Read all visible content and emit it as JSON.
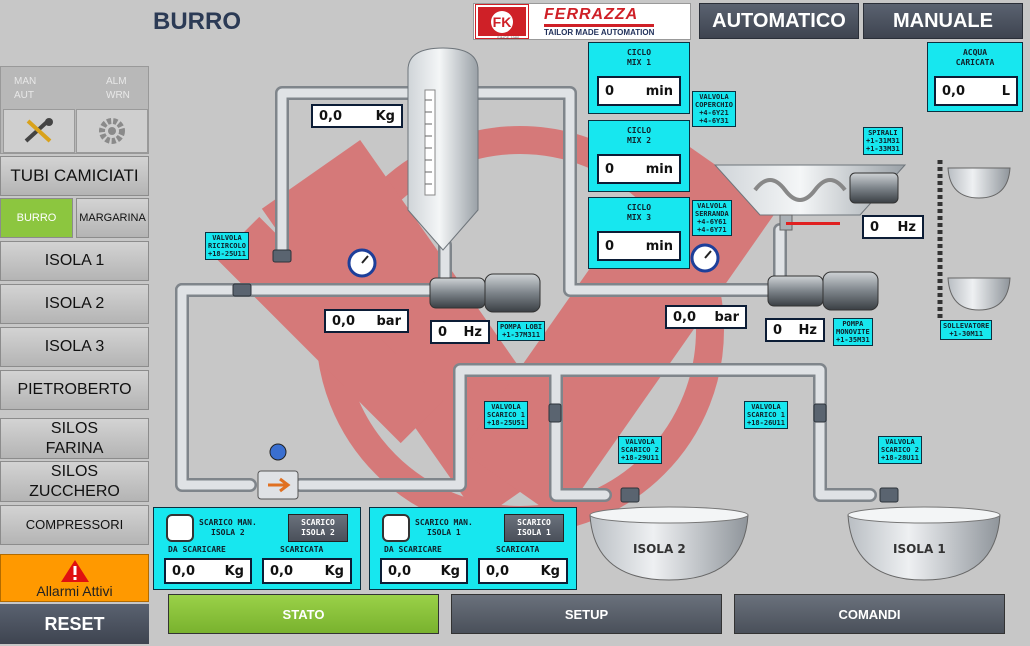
{
  "header": {
    "title": "BURRO",
    "logo_brand": "FERRAZZA",
    "logo_tagline": "TAILOR MADE AUTOMATION",
    "logo_since": "SINCE 1980",
    "mode_auto": "AUTOMATICO",
    "mode_manual": "MANUALE"
  },
  "status": {
    "man": "MAN",
    "aut": "AUT",
    "alm": "ALM",
    "wrn": "WRN"
  },
  "nav": {
    "tubi": "TUBI CAMICIATI",
    "burro": "BURRO",
    "margarina": "MARGARINA",
    "isola1": "ISOLA 1",
    "isola2": "ISOLA 2",
    "isola3": "ISOLA 3",
    "pietroberto": "PIETROBERTO",
    "silos_farina": "SILOS\nFARINA",
    "silos_zucchero": "SILOS\nZUCCHERO",
    "compressori": "COMPRESSORI",
    "allarmi": "Allarmi Attivi",
    "reset": "RESET"
  },
  "colors": {
    "accent_cyan": "#17e7ef",
    "active_green": "#8cc63f",
    "alarm_orange": "#ff9900",
    "watermark_red": "#e23a3a"
  },
  "process": {
    "weight_value": "0,0",
    "weight_unit": "Kg",
    "pressure1_value": "0,0",
    "pressure1_unit": "bar",
    "pressure2_value": "0,0",
    "pressure2_unit": "bar",
    "hz_lobi_value": "0",
    "hz_lobi_unit": "Hz",
    "hz_mono_value": "0",
    "hz_mono_unit": "Hz",
    "hz_spirali_value": "0",
    "hz_spirali_unit": "Hz",
    "acqua_label": "ACQUA\nCARICATA",
    "acqua_value": "0,0",
    "acqua_unit": "L"
  },
  "cicli": [
    {
      "label": "CICLO\nMIX 1",
      "value": "0",
      "unit": "min"
    },
    {
      "label": "CICLO\nMIX 2",
      "value": "0",
      "unit": "min"
    },
    {
      "label": "CICLO\nMIX 3",
      "value": "0",
      "unit": "min"
    }
  ],
  "tags": {
    "valvola_coperchio": "VALVOLA\nCOPERCHIO\n+4-6Y21\n+4-6Y31",
    "valvola_serranda": "VALVOLA\nSERRANDA\n+4-6Y61\n+4-6Y71",
    "spirali": "SPIRALI\n+1-31M31\n+1-33M31",
    "valvola_ricircolo": "VALVOLA\nRICIRCOLO\n+18-25U11",
    "pompa_lobi": "POMPA LOBI\n+1-37M311",
    "pompa_monovite": "POMPA\nMONOVITE\n+1-35M31",
    "sollevatore": "SOLLEVATORE\n+1-30M11",
    "valvola_scarico1_a": "VALVOLA\nSCARICO 1\n+18-25U51",
    "valvola_scarico1_b": "VALVOLA\nSCARICO 1\n+18-26U11",
    "valvola_scarico2_a": "VALVOLA\nSCARICO 2\n+18-29U11",
    "valvola_scarico2_b": "VALVOLA\nSCARICO 2\n+18-28U11"
  },
  "scarico": [
    {
      "label": "SCARICO MAN.\nISOLA 2",
      "button": "SCARICO\nISOLA 2",
      "h1": "DA SCARICARE",
      "h2": "SCARICATA",
      "v1": "0,0",
      "u1": "Kg",
      "v2": "0,0",
      "u2": "Kg"
    },
    {
      "label": "SCARICO MAN.\nISOLA 1",
      "button": "SCARICO\nISOLA 1",
      "h1": "DA SCARICARE",
      "h2": "SCARICATA",
      "v1": "0,0",
      "u1": "Kg",
      "v2": "0,0",
      "u2": "Kg"
    }
  ],
  "vessels": {
    "isola2": "ISOLA 2",
    "isola1": "ISOLA 1"
  },
  "bottom": {
    "stato": "STATO",
    "setup": "SETUP",
    "comandi": "COMANDI"
  }
}
